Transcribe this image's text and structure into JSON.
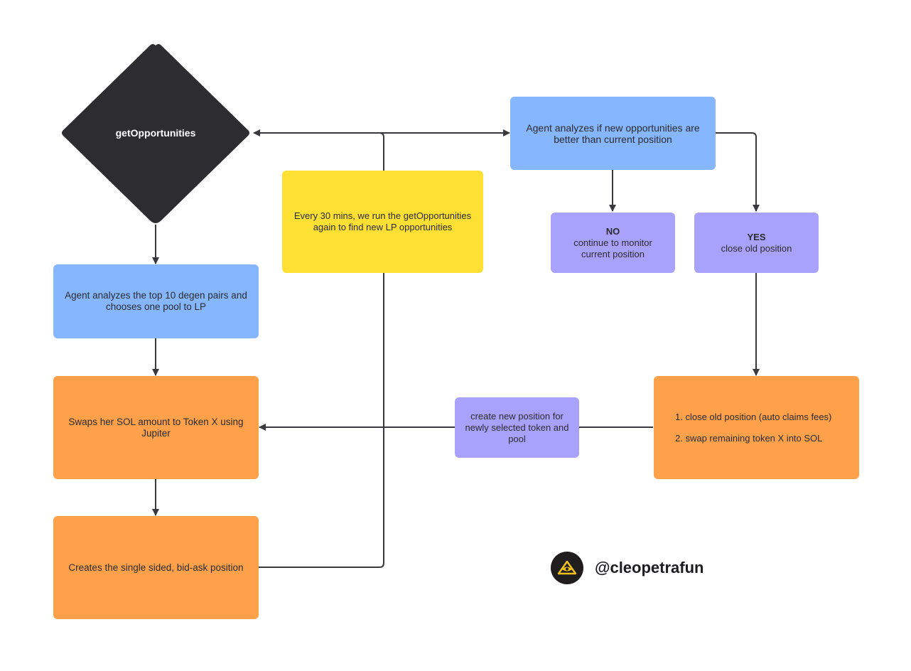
{
  "colors": {
    "diamond": "#2d2c31",
    "blue": "#86b6fd",
    "orange": "#fea14a",
    "yellow": "#fde033",
    "purple": "#a9a2fc",
    "connector": "#3a3a3e",
    "logo_accent": "#f2c21b"
  },
  "nodes": {
    "get_opportunities": "getOpportunities",
    "analyze_top_pairs": "Agent analyzes the top 10 degen pairs and chooses one pool to LP",
    "swap_sol": "Swaps her SOL amount to Token X using Jupiter",
    "create_position": "Creates the single sided, bid-ask position",
    "every_30_mins": "Every 30 mins, we run the getOpportunities again to find new LP opportunities",
    "analyze_new": "Agent analyzes if new opportunities are better than current position",
    "no_option": {
      "title": "NO",
      "text": "continue to monitor current position"
    },
    "yes_option": {
      "title": "YES",
      "text": "close old position"
    },
    "close_steps": [
      "1. close old position (auto claims fees)",
      "2. swap remaining token X into SOL"
    ],
    "create_new_position": "create new position for newly selected token and pool"
  },
  "brand": {
    "handle": "@cleopetrafun",
    "logo_icon": "pyramid-eye-icon"
  }
}
